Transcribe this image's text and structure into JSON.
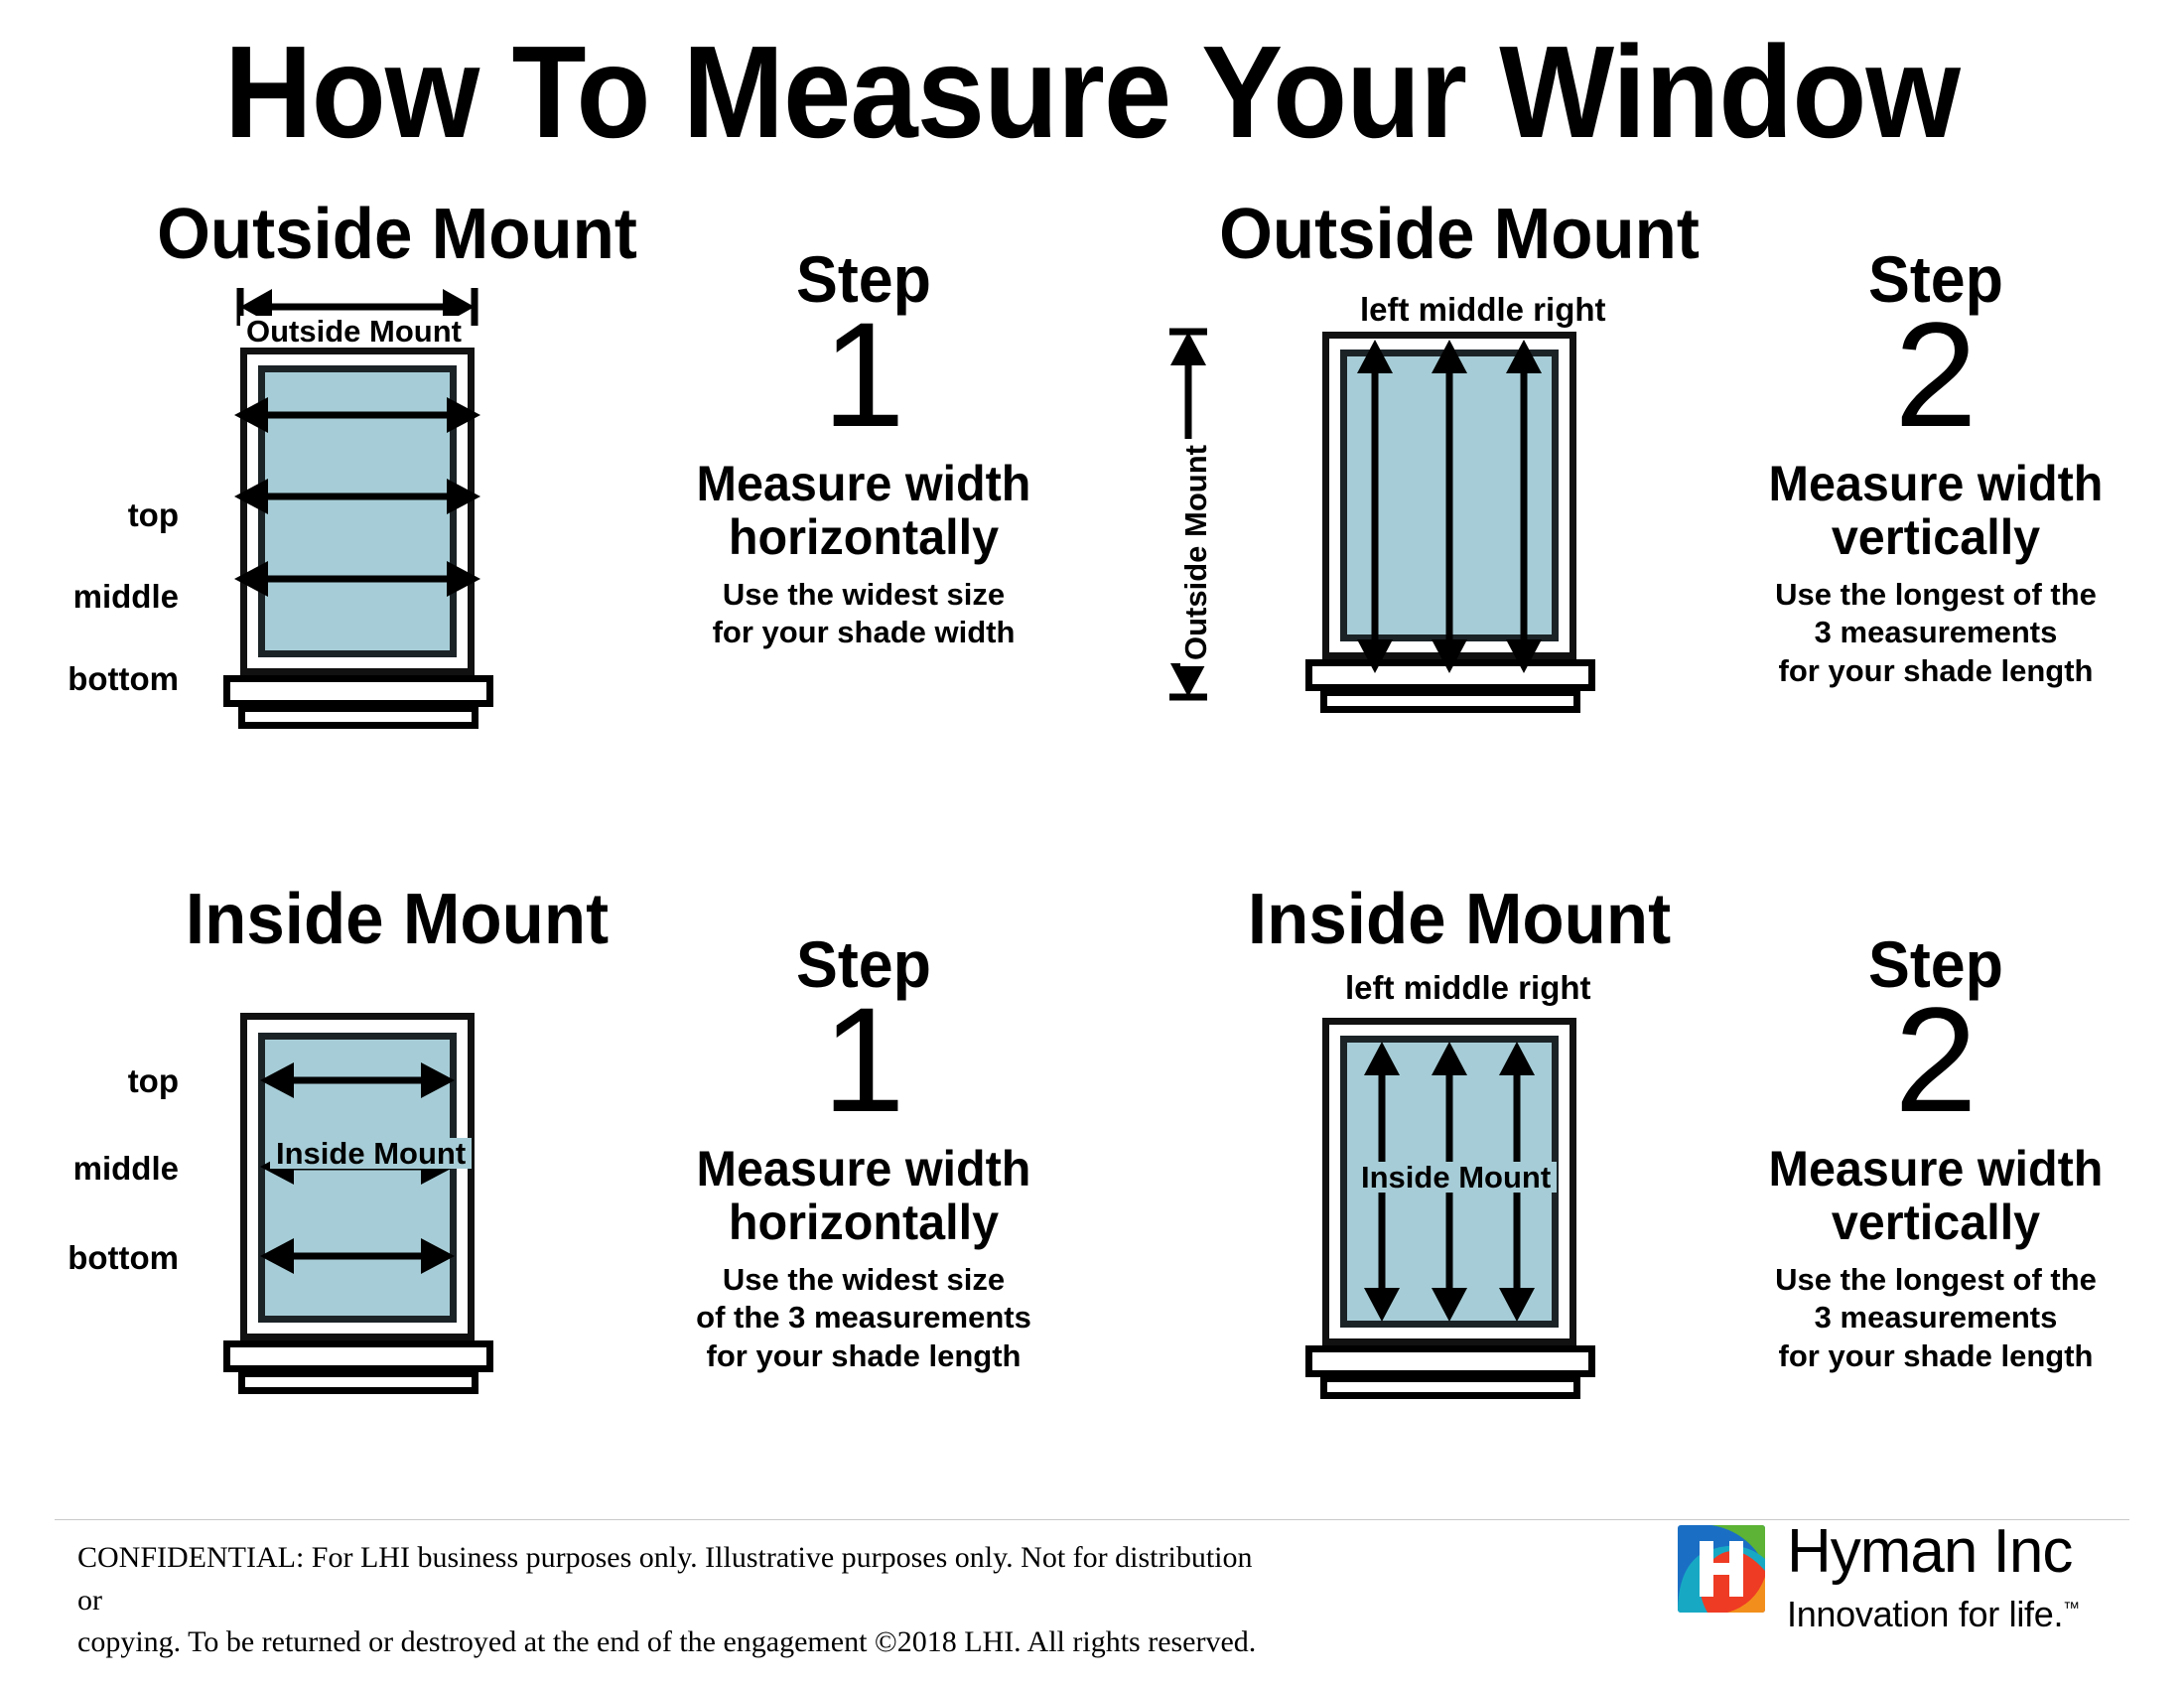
{
  "title": "How To Measure Your Window",
  "colors": {
    "glass": "#a6cdd7",
    "frame_stroke": "#111111",
    "logo_blue": "#1a6fc4",
    "logo_teal": "#17a9c4",
    "logo_red": "#ee3b24",
    "logo_orange": "#f28f1c",
    "logo_green": "#5cb335"
  },
  "panels": [
    {
      "id": "outside-mount-step1",
      "heading": "Outside Mount",
      "dimension_label": "Outside Mount",
      "dimension_orientation": "horizontal",
      "row_labels": [
        "top",
        "middle",
        "bottom"
      ],
      "arrow_direction": "horizontal",
      "arrow_span": "outside-frame",
      "step": {
        "word": "Step",
        "number": "1",
        "main_line1": "Measure width",
        "main_line2": "horizontally",
        "sub_lines": [
          "Use the widest size",
          "for your shade width"
        ]
      }
    },
    {
      "id": "outside-mount-step2",
      "heading": "Outside Mount",
      "dimension_label": "Outside Mount",
      "dimension_orientation": "vertical",
      "column_labels": "left middle  right",
      "arrow_direction": "vertical",
      "arrow_span": "outside-frame",
      "step": {
        "word": "Step",
        "number": "2",
        "main_line1": "Measure width",
        "main_line2": "vertically",
        "sub_lines": [
          "Use the longest of the",
          "3 measurements",
          "for your shade length"
        ]
      }
    },
    {
      "id": "inside-mount-step1",
      "heading": "Inside Mount",
      "dimension_label": "Inside Mount",
      "dimension_orientation": "horizontal",
      "row_labels": [
        "top",
        "middle",
        "bottom"
      ],
      "arrow_direction": "horizontal",
      "arrow_span": "inside-glass",
      "step": {
        "word": "Step",
        "number": "1",
        "main_line1": "Measure width",
        "main_line2": "horizontally",
        "sub_lines": [
          "Use the widest size",
          "of the 3 measurements",
          "for your shade length"
        ]
      }
    },
    {
      "id": "inside-mount-step2",
      "heading": "Inside Mount",
      "dimension_label": "Inside Mount",
      "dimension_orientation": "vertical",
      "column_labels": "left  middle   right",
      "arrow_direction": "vertical",
      "arrow_span": "inside-glass",
      "step": {
        "word": "Step",
        "number": "2",
        "main_line1": "Measure width",
        "main_line2": "vertically",
        "sub_lines": [
          "Use the longest of the",
          "3 measurements",
          "for your shade length"
        ]
      }
    }
  ],
  "footer": {
    "disclaimer_line1": "CONFIDENTIAL: For LHI business purposes only. Illustrative purposes only. Not for distribution or",
    "disclaimer_line2": "copying. To be returned or destroyed at the end of the engagement ©2018 LHI. All rights reserved.",
    "logo_letter": "H",
    "logo_name": "Hyman Inc",
    "logo_tagline": "Innovation for life.",
    "logo_tm": "™"
  }
}
